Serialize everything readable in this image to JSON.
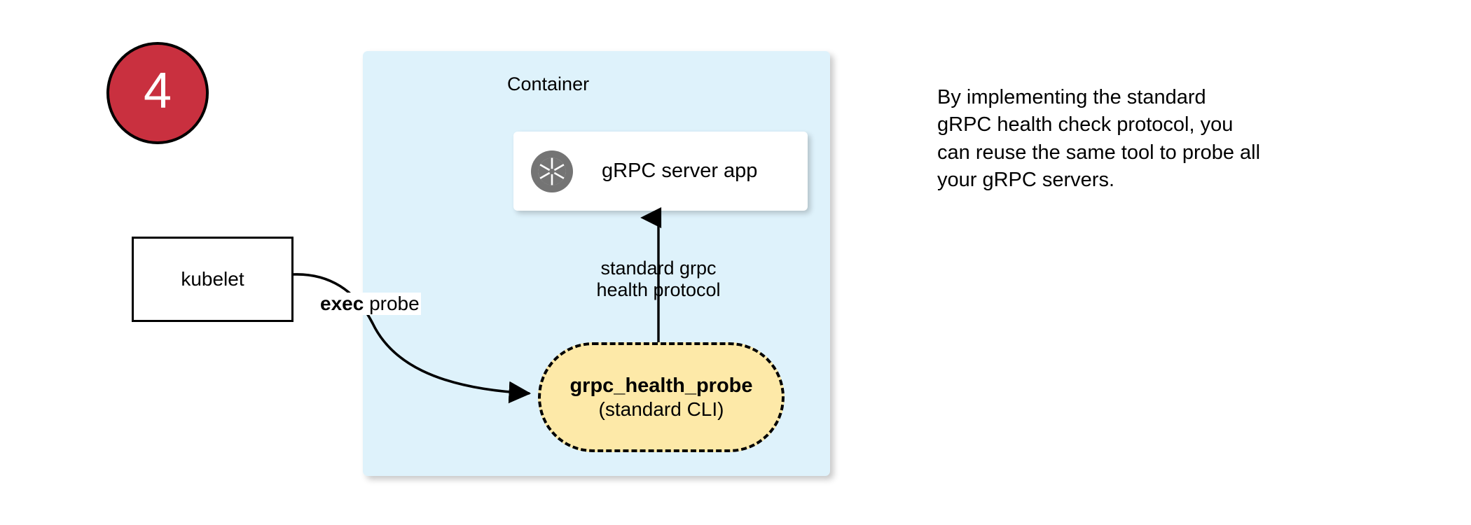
{
  "step": {
    "number": "4",
    "fill_color": "#C9303F",
    "text_color": "#FFFFFF"
  },
  "container": {
    "label": "Container",
    "fill_color": "#DEF2FB"
  },
  "server_app": {
    "label": "gRPC server app",
    "icon": "grpc-aperture-icon",
    "icon_color": "#747474",
    "fill_color": "#FFFFFF"
  },
  "protocol_link": {
    "line1": "standard grpc",
    "line2": "health protocol",
    "direction": "up"
  },
  "probe_node": {
    "title": "grpc_health_probe",
    "subtitle": "(standard CLI)",
    "fill_color": "#FDE9A8",
    "border_style": "dashed",
    "border_color": "#000000"
  },
  "kubelet": {
    "label": "kubelet",
    "fill_color": "#FFFFFF",
    "border_color": "#000000"
  },
  "exec_link": {
    "label_bold": "exec",
    "label_rest": " probe",
    "direction": "right"
  },
  "caption": {
    "lines": [
      "By implementing the standard",
      "gRPC health check protocol, you",
      "can reuse the same tool to probe all",
      "your gRPC servers."
    ]
  }
}
